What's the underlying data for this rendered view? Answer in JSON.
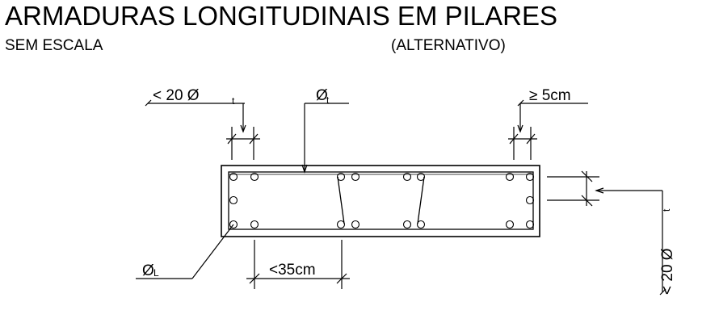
{
  "header": {
    "title": "ARMADURAS LONGITUDINAIS EM PILARES",
    "scale_note": "SEM ESCALA",
    "variant_note": "(ALTERNATIVO)"
  },
  "drawing": {
    "spacing_max_label": "< 20 Ø",
    "spacing_max_sub": "t",
    "stirrup_label": "Ø",
    "stirrup_sub": "t",
    "cover_label": "≥ 5cm",
    "bar_label": "Ø",
    "bar_sub": "L",
    "span_label": "<35cm",
    "side_label": "< 20 Ø",
    "side_sub": "t"
  }
}
